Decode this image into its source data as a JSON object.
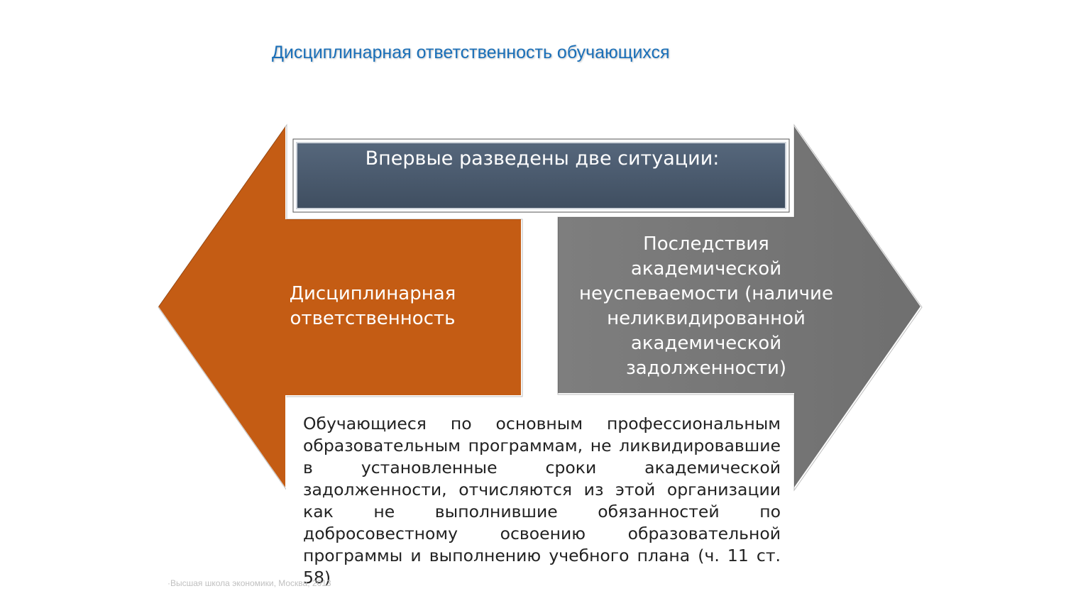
{
  "title": "Дисциплинарная ответственность обучающихся",
  "header": "Впервые разведены две ситуации:",
  "left_box": "Дисциплинарная ответственность",
  "right_box": "Последствия академической неуспеваемости (наличие неликвидированной академической задолженности)",
  "body": "Обучающиеся по основным профессиональным образовательным программам, не ликвидировавшие в установленные сроки академической задолженности, отчисляются из этой организации как не выполнившие обязанностей по добросовестному освоению образовательной программы и выполнению учебного плана (ч. 11 ст. 58)",
  "footer": "·Высшая школа экономики, Москва, 2013",
  "colors": {
    "title": "#1a6fb8",
    "header_fill": "#4a5a6e",
    "left_arrow": "#c45c14",
    "right_arrow": "#7b7b7b",
    "body_text": "#222222"
  }
}
